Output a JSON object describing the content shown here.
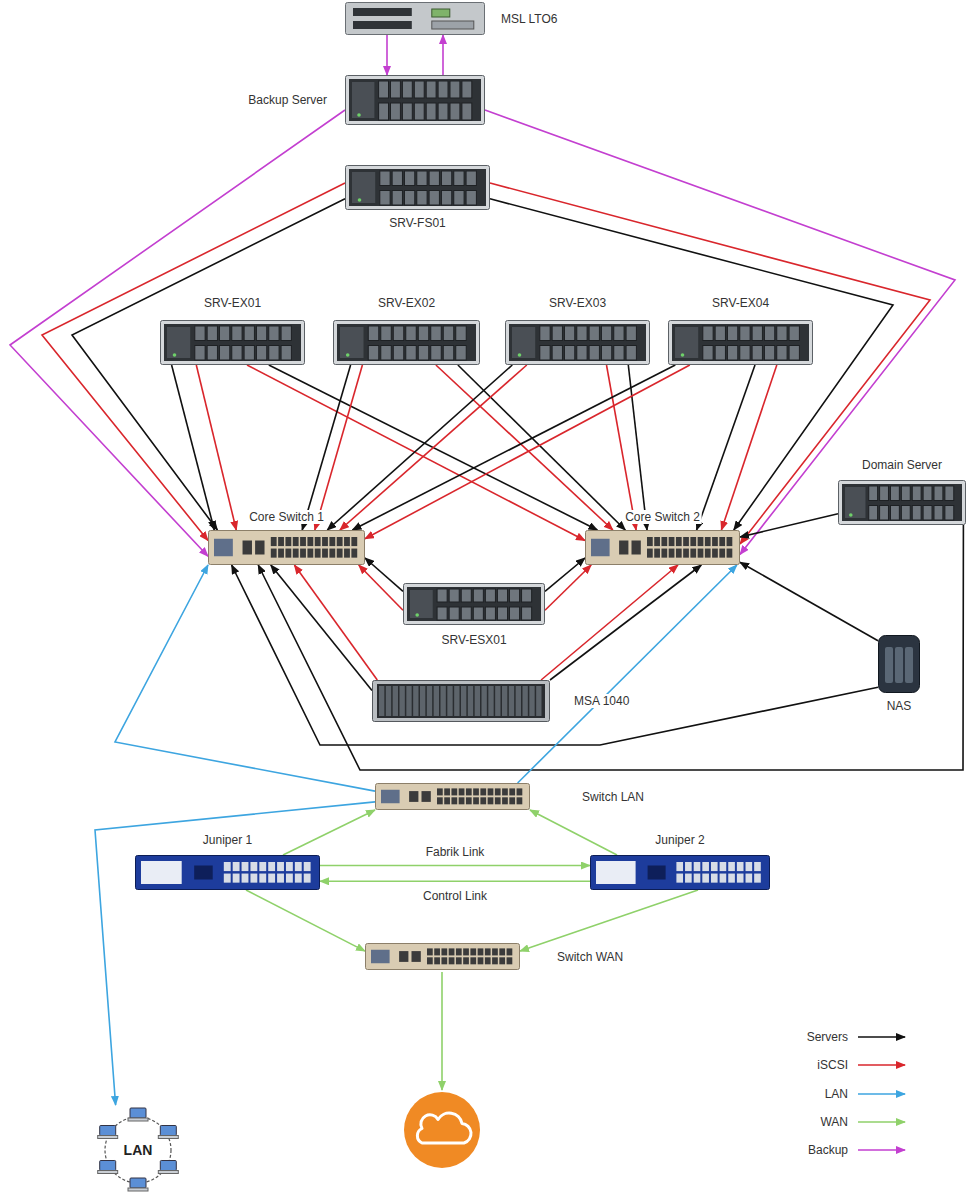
{
  "diagram": {
    "nodes": [
      {
        "text": [
          "MSL LTO6"
        ]
      },
      {
        "text": [
          "Backup Server"
        ]
      },
      {
        "text": [
          "SRV-FS01"
        ]
      },
      {
        "text": [
          "SRV-EX01"
        ]
      },
      {
        "text": [
          "SRV-EX02"
        ]
      },
      {
        "text": [
          "SRV-EX03"
        ]
      },
      {
        "text": [
          "SRV-EX04"
        ]
      },
      {
        "text": [
          "Domain Server"
        ]
      },
      {
        "text": [
          "Core Switch 1"
        ]
      },
      {
        "text": [
          "Core Switch 2"
        ]
      },
      {
        "text": [
          "SRV-ESX01"
        ]
      },
      {
        "text": [
          "MSA 1040"
        ]
      },
      {
        "text": [
          "NAS"
        ]
      },
      {
        "text": [
          "Switch LAN"
        ]
      },
      {
        "text": [
          "Juniper 1"
        ]
      },
      {
        "text": [
          "Juniper 2"
        ]
      },
      {
        "text": [
          "Switch WAN"
        ]
      },
      {
        "text": [
          "LAN"
        ]
      }
    ],
    "edges": [
      {
        "from": 0,
        "to": 1,
        "arrow": "to"
      },
      {
        "from": 1,
        "to": 0,
        "arrow": "to"
      },
      {
        "from": 1,
        "to": 8,
        "arrow": "to"
      },
      {
        "from": 1,
        "to": 9,
        "arrow": "to"
      },
      {
        "from": 2,
        "to": 8,
        "arrow": "to"
      },
      {
        "from": 2,
        "to": 8,
        "arrow": "to"
      },
      {
        "from": 2,
        "to": 9,
        "arrow": "to"
      },
      {
        "from": 2,
        "to": 9,
        "arrow": "to"
      },
      {
        "from": 3,
        "to": 8,
        "arrow": "to"
      },
      {
        "from": 3,
        "to": 8,
        "arrow": "to"
      },
      {
        "from": 3,
        "to": 9,
        "arrow": "to"
      },
      {
        "from": 3,
        "to": 9,
        "arrow": "to"
      },
      {
        "from": 4,
        "to": 8,
        "arrow": "to"
      },
      {
        "from": 4,
        "to": 8,
        "arrow": "to"
      },
      {
        "from": 4,
        "to": 9,
        "arrow": "to"
      },
      {
        "from": 4,
        "to": 9,
        "arrow": "to"
      },
      {
        "from": 5,
        "to": 8,
        "arrow": "to"
      },
      {
        "from": 5,
        "to": 8,
        "arrow": "to"
      },
      {
        "from": 5,
        "to": 9,
        "arrow": "to"
      },
      {
        "from": 5,
        "to": 9,
        "arrow": "to"
      },
      {
        "from": 6,
        "to": 8,
        "arrow": "to"
      },
      {
        "from": 6,
        "to": 8,
        "arrow": "to"
      },
      {
        "from": 6,
        "to": 9,
        "arrow": "to"
      },
      {
        "from": 6,
        "to": 9,
        "arrow": "to"
      },
      {
        "from": 7,
        "to": 9,
        "arrow": "to"
      },
      {
        "from": 7,
        "to": 8,
        "arrow": "to"
      },
      {
        "from": 10,
        "to": 8,
        "arrow": "to"
      },
      {
        "from": 10,
        "to": 8,
        "arrow": "to"
      },
      {
        "from": 10,
        "to": 9,
        "arrow": "to"
      },
      {
        "from": 10,
        "to": 9,
        "arrow": "to"
      },
      {
        "from": 11,
        "to": 8,
        "arrow": "to"
      },
      {
        "from": 11,
        "to": 8,
        "arrow": "to"
      },
      {
        "from": 11,
        "to": 9,
        "arrow": "to"
      },
      {
        "from": 11,
        "to": 9,
        "arrow": "to"
      },
      {
        "from": 12,
        "to": 9,
        "arrow": "to"
      },
      {
        "from": 12,
        "to": 8,
        "arrow": "to"
      },
      {
        "from": 13,
        "to": 8,
        "arrow": "to"
      },
      {
        "from": 13,
        "to": 9,
        "arrow": "to"
      },
      {
        "from": 13,
        "to": 17,
        "arrow": "to"
      },
      {
        "from": 14,
        "to": 13,
        "arrow": "to"
      },
      {
        "from": 15,
        "to": 13,
        "arrow": "to"
      },
      {
        "from": 14,
        "to": 15,
        "label": "Fabrik Link",
        "arrow": "to"
      },
      {
        "from": 15,
        "to": 14,
        "label": "Control Link",
        "arrow": "to"
      },
      {
        "from": 14,
        "to": 16,
        "arrow": "to"
      },
      {
        "from": 15,
        "to": 16,
        "arrow": "to"
      }
    ],
    "legend": [
      {
        "text": "Servers"
      },
      {
        "text": "iSCSI"
      },
      {
        "text": "LAN"
      },
      {
        "text": "WAN"
      },
      {
        "text": "Backup"
      }
    ]
  }
}
